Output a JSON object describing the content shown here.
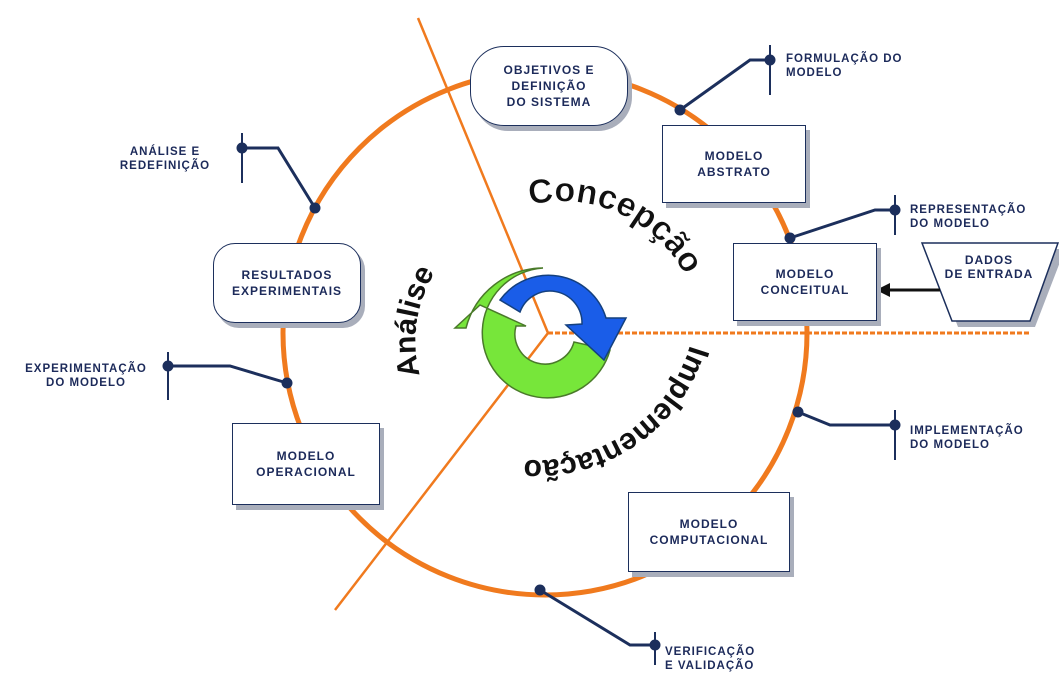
{
  "phases": {
    "concepcao": "Concepção",
    "implementacao": "Implementação",
    "analise": "Análise"
  },
  "boxes": {
    "objetivos": "OBJETIVOS E\nDEFINIÇÃO\nDO SISTEMA",
    "modelo_abstrato": "MODELO\nABSTRATO",
    "modelo_conceitual": "MODELO\nCONCEITUAL",
    "dados_entrada": "DADOS\nDE ENTRADA",
    "resultados": "RESULTADOS\nEXPERIMENTAIS",
    "modelo_operacional": "MODELO\nOPERACIONAL",
    "modelo_computacional": "MODELO\nCOMPUTACIONAL"
  },
  "steps": {
    "formulacao": "FORMULAÇÃO DO\nMODELO",
    "representacao": "REPRESENTAÇÃO\nDO MODELO",
    "implementacao": "IMPLEMENTAÇÃO\nDO MODELO",
    "verificacao": "VERIFICAÇÃO\nE VALIDAÇÃO",
    "experimentacao": "EXPERIMENTAÇÃO\nDO MODELO",
    "analise": "ANÁLISE E\nREDEFINIÇÃO"
  },
  "colors": {
    "cycle": "#f07a1e",
    "connector": "#1c2f5c",
    "arrow_blue": "#1a5de8",
    "arrow_green": "#77e63a"
  }
}
